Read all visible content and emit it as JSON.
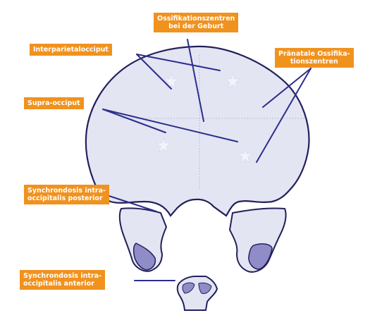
{
  "labels": {
    "ossifikation_geburt": "Ossifikationszentren bei der Geburt",
    "ossifikation_geburt_l1": "Ossifikationszentren",
    "ossifikation_geburt_l2": "bei der Geburt",
    "interparietal": "Interparietalocciput",
    "praenatal_l1": "Pränatale Ossifika-",
    "praenatal_l2": "tionszentren",
    "supra": "Supra-occiput",
    "sync_post_l1": "Synchrondosis intra-",
    "sync_post_l2": "occipitalis posterior",
    "sync_ant_l1": "Synchrondosis intra-",
    "sync_ant_l2": "occipitalis anterior"
  },
  "colors": {
    "label_bg": "#f0921e",
    "label_text": "#ffffff",
    "bone_fill": "#e4e5f3",
    "bone_stroke": "#22205a",
    "condyle_fill": "#8f8cc8",
    "pointer_line": "#2b2f8a",
    "suture_dash": "#b9bbd8",
    "ossification_star": "#f3f3fa"
  }
}
